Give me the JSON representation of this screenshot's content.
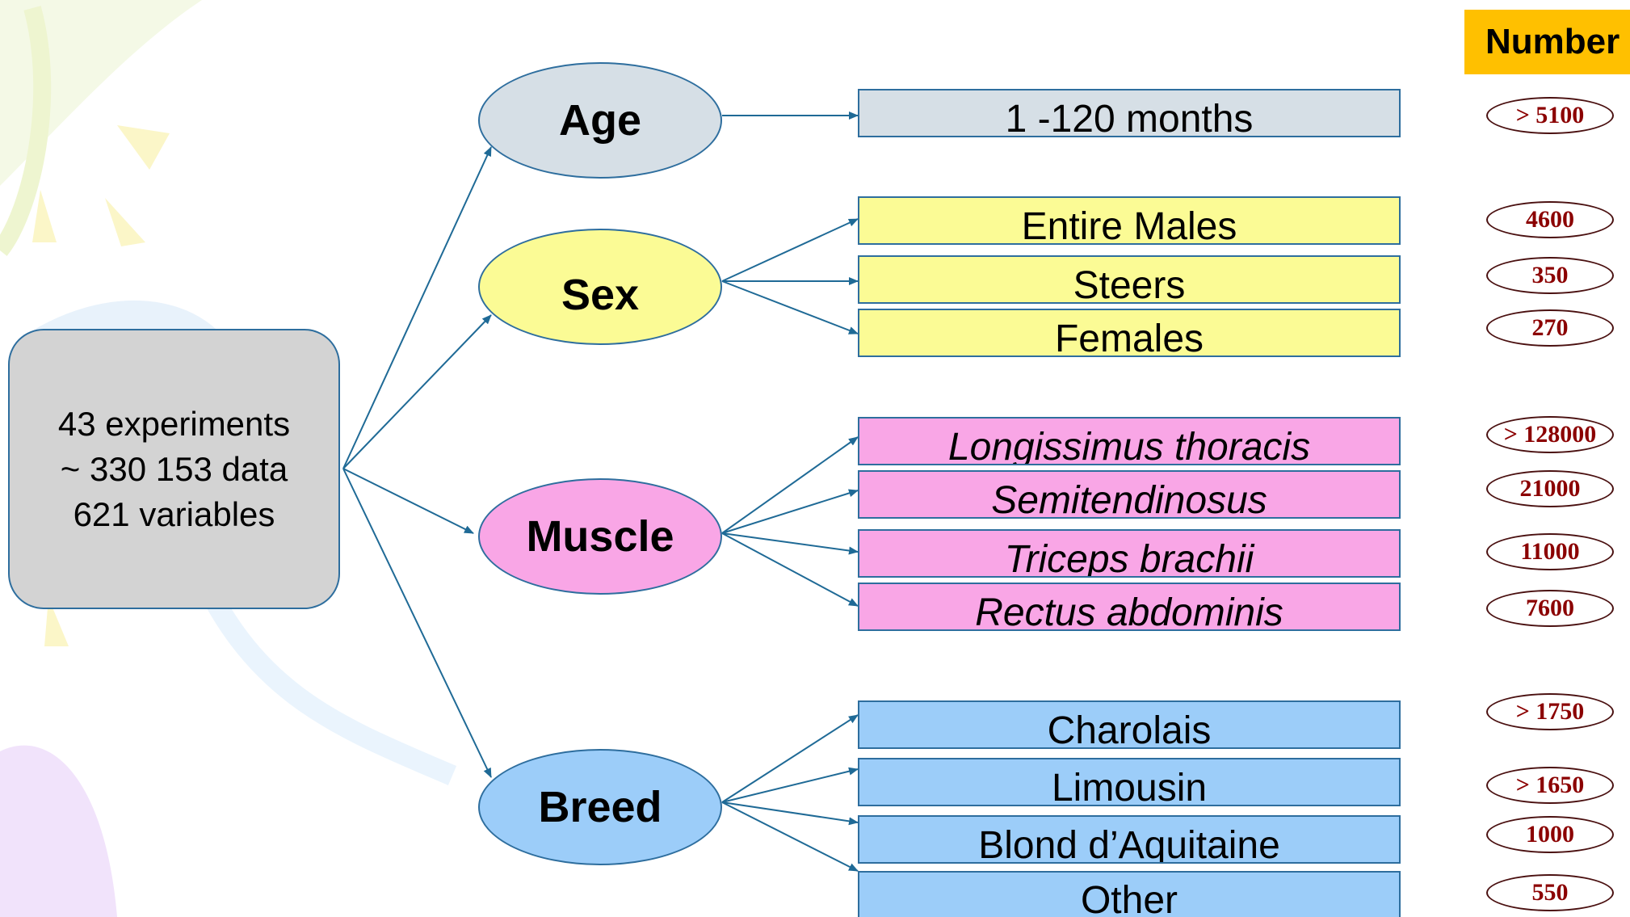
{
  "colors": {
    "link": "#1f6a96",
    "age": "#d6dfe6",
    "sex": "#fbfb95",
    "muscle": "#f9a6e6",
    "breed": "#9ccdf9",
    "source": "#d3d3d3",
    "number_header": "#ffc000",
    "count_text": "#8b0000"
  },
  "source": {
    "line1": "43 experiments",
    "line2": "~ 330 153 data",
    "line3": "621 variables"
  },
  "groups": {
    "age": {
      "label": "Age",
      "items": [
        {
          "label": "1 -120 months",
          "count": "> 5100"
        }
      ]
    },
    "sex": {
      "label": "Sex",
      "items": [
        {
          "label": "Entire Males",
          "count": "4600"
        },
        {
          "label": "Steers",
          "count": "350"
        },
        {
          "label": "Females",
          "count": "270"
        }
      ]
    },
    "muscle": {
      "label": "Muscle",
      "items": [
        {
          "label": "Longissimus thoracis",
          "count": "> 128000"
        },
        {
          "label": "Semitendinosus",
          "count": "21000"
        },
        {
          "label": "Triceps brachii",
          "count": "11000"
        },
        {
          "label": "Rectus abdominis",
          "count": "7600"
        }
      ]
    },
    "breed": {
      "label": "Breed",
      "items": [
        {
          "label": "Charolais",
          "count": "> 1750"
        },
        {
          "label": "Limousin",
          "count": "> 1650"
        },
        {
          "label": "Blond d’Aquitaine",
          "count": "1000"
        },
        {
          "label": "Other",
          "count": "550"
        }
      ]
    }
  },
  "number_header": "Number"
}
